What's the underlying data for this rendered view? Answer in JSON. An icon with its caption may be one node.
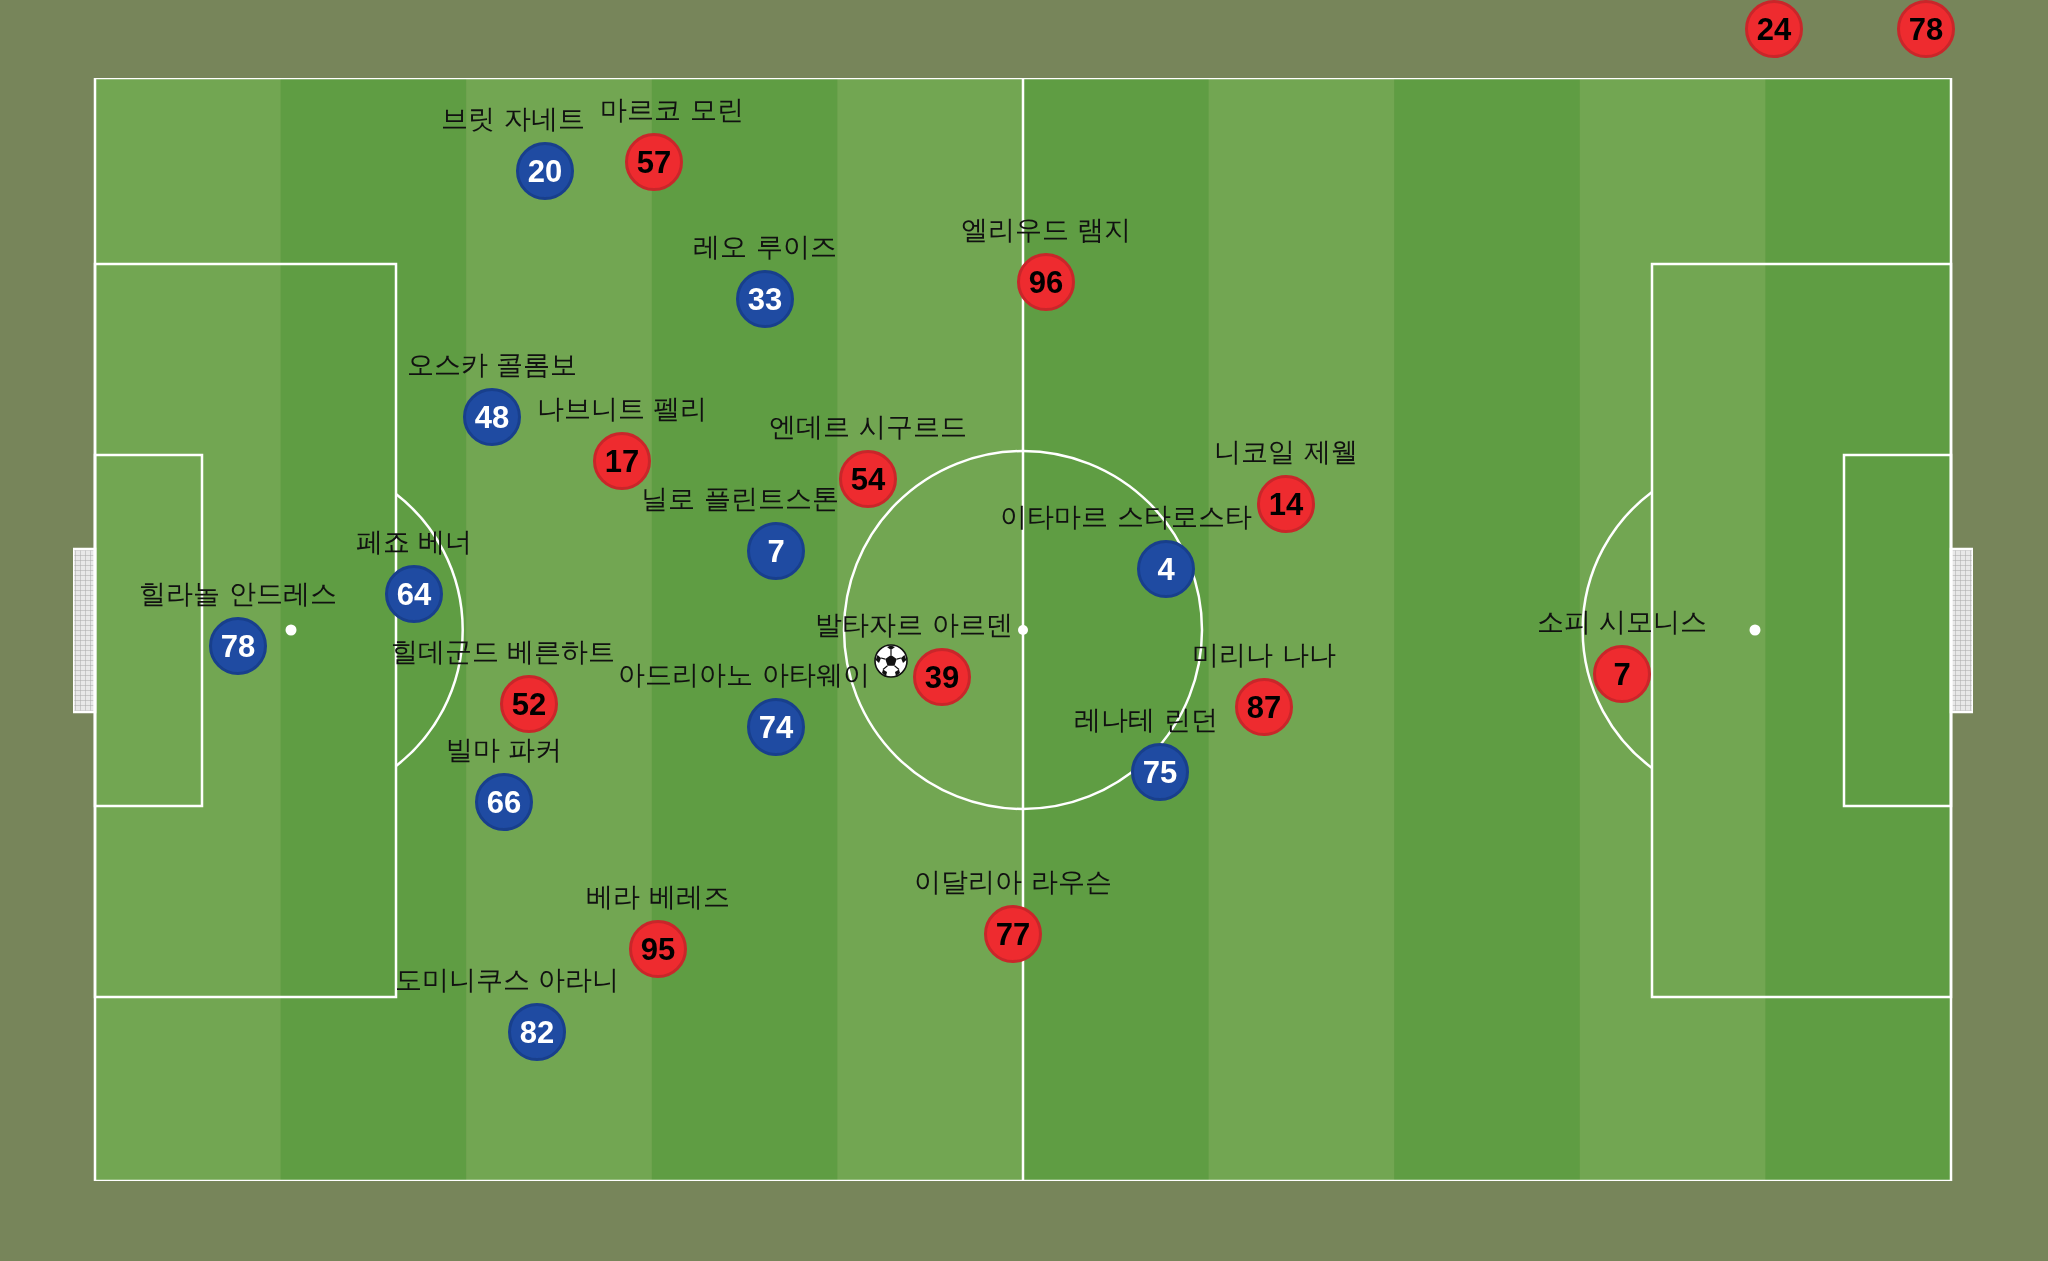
{
  "diagram": {
    "nodes": [
      {
        "text": [
          "24"
        ]
      },
      {
        "text": [
          "78"
        ]
      },
      {
        "text": [
          "마르코 모린",
          "57"
        ]
      },
      {
        "text": [
          "브릿 자네트",
          "20"
        ]
      },
      {
        "text": [
          "엘리우드 램지",
          "96"
        ]
      },
      {
        "text": [
          "레오 루이즈",
          "33"
        ]
      },
      {
        "text": [
          "오스카 콜롬보",
          "48"
        ]
      },
      {
        "text": [
          "나브니트 펠리",
          "17"
        ]
      },
      {
        "text": [
          "엔데르 시구르드",
          "54"
        ]
      },
      {
        "text": [
          "니코일 제웰",
          "14"
        ]
      },
      {
        "text": [
          "닐로 플린트스톤",
          "7"
        ]
      },
      {
        "text": [
          "이타마르 스타로스타",
          "4"
        ]
      },
      {
        "text": [
          "페죠 베너",
          "64"
        ]
      },
      {
        "text": [
          "힐라놀 안드레스",
          "78"
        ]
      },
      {
        "text": [
          "소피 시모니스",
          "7"
        ]
      },
      {
        "text": [
          "발타자르 아르덴",
          "39"
        ]
      },
      {
        "text": [
          "미리나 나나",
          "87"
        ]
      },
      {
        "text": [
          "힐데군드 베른하트",
          "52"
        ]
      },
      {
        "text": [
          "아드리아노 아타웨이",
          "74"
        ]
      },
      {
        "text": [
          "레나테 린던",
          "75"
        ]
      },
      {
        "text": [
          "빌마 파커",
          "66"
        ]
      },
      {
        "text": [
          "이달리아 라우슨",
          "77"
        ]
      },
      {
        "text": [
          "베라 베레즈",
          "95"
        ]
      },
      {
        "text": [
          "도미니쿠스 아라니",
          "82"
        ]
      }
    ]
  }
}
